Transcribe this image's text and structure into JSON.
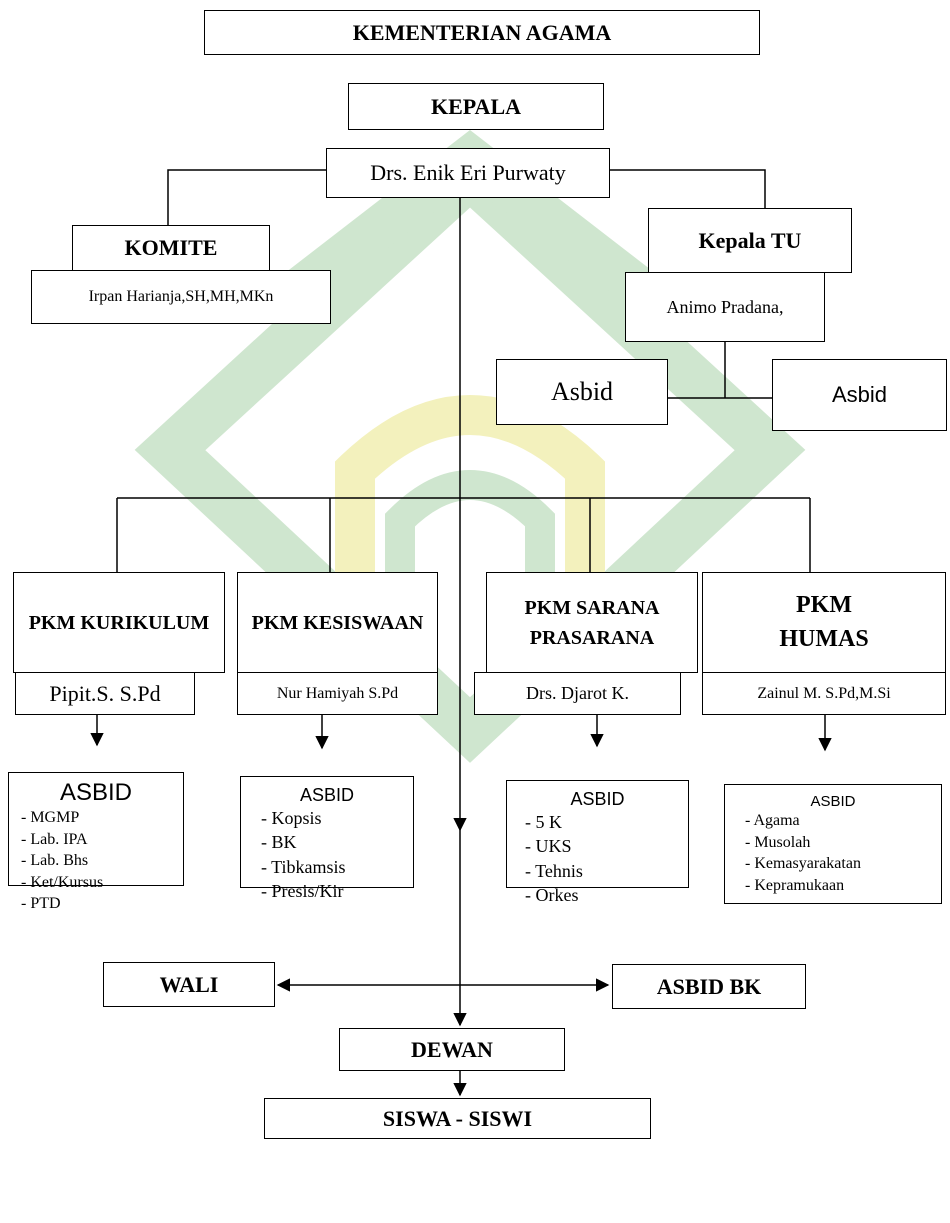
{
  "colors": {
    "watermark_green": "#cfe6cf",
    "watermark_yellow": "#f3f1bd",
    "line": "#000000"
  },
  "top": {
    "ministry": "KEMENTERIAN AGAMA",
    "head_title": "KEPALA",
    "head_name": "Drs. Enik Eri Purwaty"
  },
  "komite": {
    "title": "KOMITE",
    "name": "Irpan Harianja,SH,MH,MKn"
  },
  "tu": {
    "title": "Kepala TU",
    "name": "Animo Pradana,",
    "asbid_left": "Asbid",
    "asbid_right": "Asbid"
  },
  "pkm": [
    {
      "title": "PKM KURIKULUM",
      "name": "Pipit.S. S.Pd",
      "asbid_title": "ASBID",
      "asbid_items": [
        "- MGMP",
        "- Lab. IPA",
        "- Lab. Bhs",
        "- Ket/Kursus",
        "- PTD"
      ]
    },
    {
      "title": "PKM KESISWAAN",
      "name": "Nur Hamiyah S.Pd",
      "asbid_title": "ASBID",
      "asbid_items": [
        "- Kopsis",
        "- BK",
        "- Tibkamsis",
        "- Presis/Kir"
      ]
    },
    {
      "title": "PKM SARANA PRASARANA",
      "name": "Drs. Djarot K.",
      "asbid_title": "ASBID",
      "asbid_items": [
        "- 5 K",
        "- UKS",
        "- Tehnis",
        "- Orkes"
      ]
    },
    {
      "title": "PKM HUMAS",
      "name": "Zainul M. S.Pd,M.Si",
      "asbid_title": "ASBID",
      "asbid_items": [
        "- Agama",
        "- Musolah",
        "- Kemasyarakatan",
        "- Kepramukaan"
      ]
    }
  ],
  "bottom": {
    "wali": "WALI",
    "asbid_bk": "ASBID BK",
    "dewan": "DEWAN",
    "siswa": "SISWA - SISWI"
  }
}
